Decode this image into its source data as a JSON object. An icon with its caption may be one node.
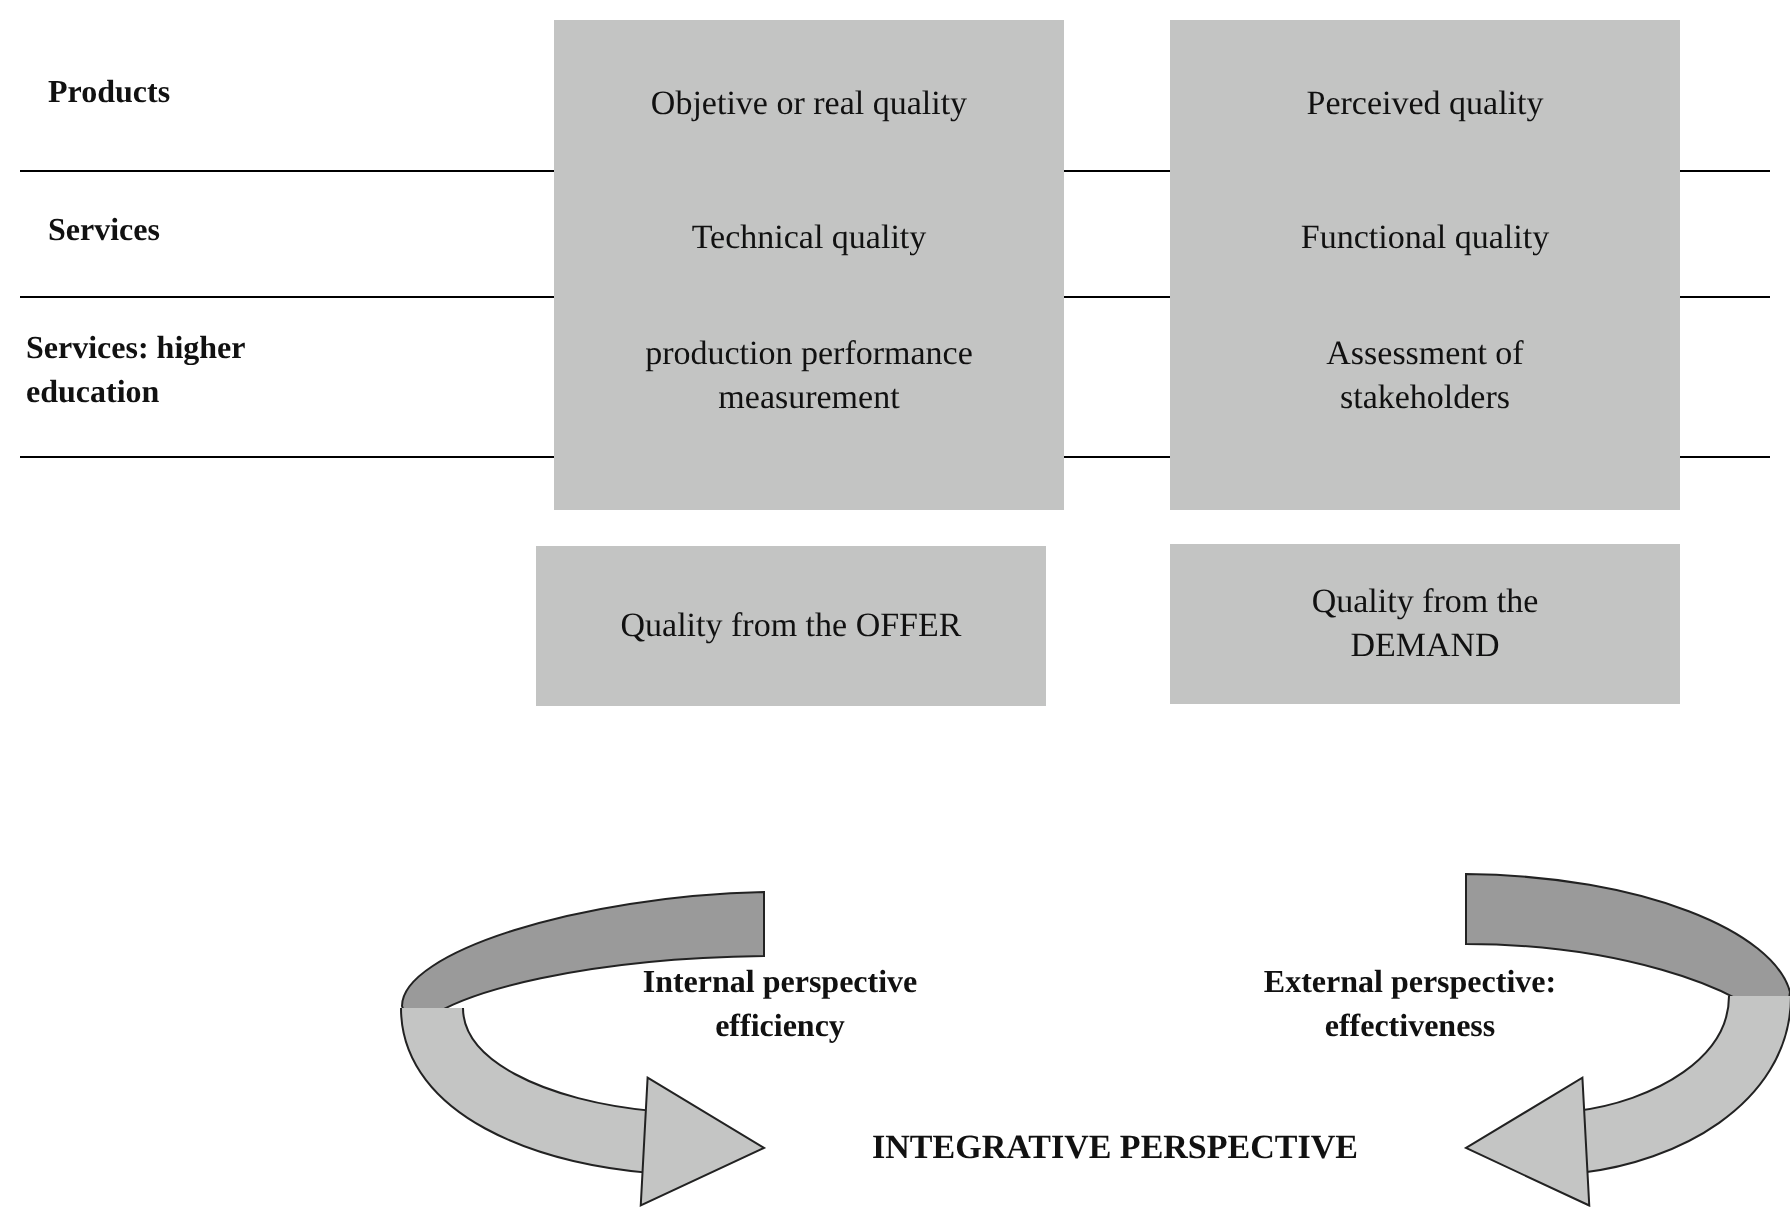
{
  "diagram": {
    "nodes": [
      {
        "text": [],
        "shape": "box"
      },
      {
        "text": [
          "Objetive or real quality"
        ],
        "in": 0
      },
      {
        "text": [
          "Technical quality"
        ],
        "in": 0
      },
      {
        "text": [
          "production performance measurement"
        ],
        "in": 0
      },
      {
        "text": [],
        "shape": "box"
      },
      {
        "text": [
          "Perceived quality"
        ],
        "in": 4
      },
      {
        "text": [
          "Functional quality"
        ],
        "in": 4
      },
      {
        "text": [
          "Assessment of stakeholders"
        ],
        "in": 4
      },
      {
        "text": [
          "Quality from the OFFER"
        ]
      },
      {
        "text": [
          "Quality from the DEMAND"
        ]
      },
      {
        "text": [
          "INTEGRATIVE PERSPECTIVE"
        ]
      }
    ],
    "edges": [
      {
        "from": null,
        "to": 10,
        "arrow": "to"
      },
      {
        "from": null,
        "to": 10,
        "arrow": "to"
      }
    ],
    "labels": [
      "Products",
      "Services",
      "Services: higher education",
      "Internal perspective efficiency",
      "External perspective: effectiveness"
    ]
  }
}
